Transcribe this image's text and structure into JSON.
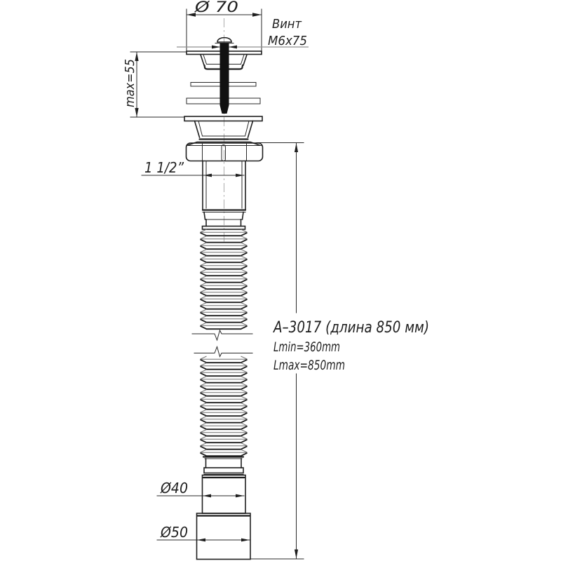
{
  "drawing": {
    "labels": {
      "dia70": "Ø 70",
      "screw_line1": "Винт",
      "screw_line2": "М6х75",
      "max_height": "max=55",
      "thread": "1 1/2”",
      "model": "А–3017 (длина 850 мм)",
      "lmin": "Lmin=360mm",
      "lmax": "Lmax=850mm",
      "dia40": "Ø40",
      "dia50": "Ø50"
    },
    "colors": {
      "line": "#1f1f1f",
      "dimension": "#2a2a2a",
      "centerline": "#ababab",
      "leader": "#8f8f8f",
      "background": "#ffffff"
    }
  }
}
